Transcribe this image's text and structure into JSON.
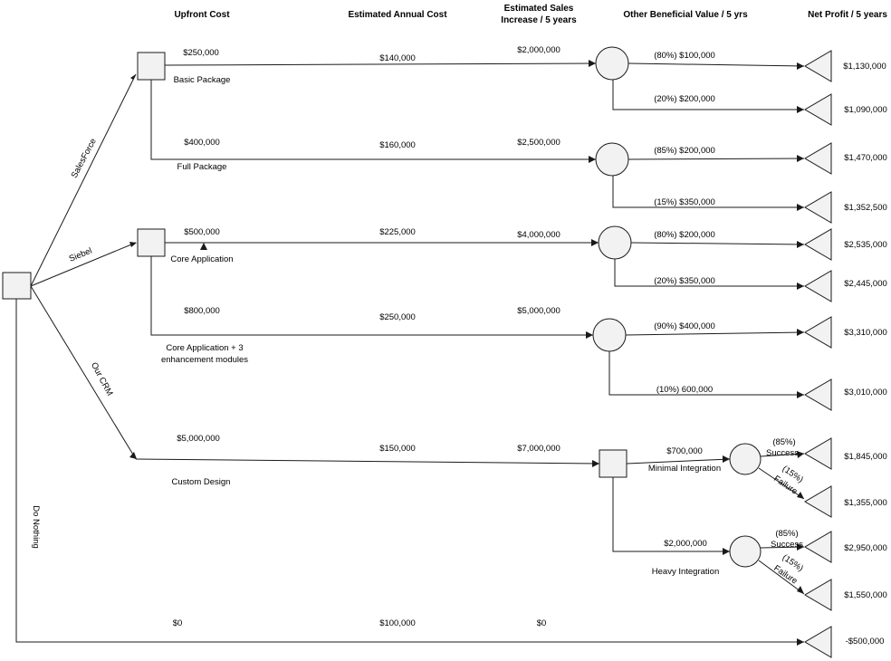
{
  "headers": {
    "upfront": "Upfront Cost",
    "annual": "Estimated Annual Cost",
    "sales_line1": "Estimated Sales",
    "sales_line2": "Increase / 5 years",
    "other": "Other Beneficial Value / 5 yrs",
    "net": "Net Profit / 5 years"
  },
  "root_branches": {
    "salesforce": "SalesForce",
    "siebel": "Siebel",
    "our_crm": "Our CRM",
    "do_nothing": "Do Nothing"
  },
  "options": {
    "basic": {
      "name": "Basic Package",
      "upfront": "$250,000",
      "annual": "$140,000",
      "sales": "$2,000,000",
      "outcomes": [
        {
          "label": "(80%)  $100,000",
          "net": "$1,130,000"
        },
        {
          "label": "(20%) $200,000",
          "net": "$1,090,000"
        }
      ]
    },
    "full": {
      "name": "Full Package",
      "upfront": "$400,000",
      "annual": "$160,000",
      "sales": "$2,500,000",
      "outcomes": [
        {
          "label": "(85%) $200,000",
          "net": "$1,470,000"
        },
        {
          "label": "(15%) $350,000",
          "net": "$1,352,500"
        }
      ]
    },
    "core": {
      "name": "Core Application",
      "upfront": "$500,000",
      "annual": "$225,000",
      "sales": "$4,000,000",
      "outcomes": [
        {
          "label": "(80%) $200,000",
          "net": "$2,535,000"
        },
        {
          "label": "(20%) $350,000",
          "net": "$2,445,000"
        }
      ]
    },
    "core_plus": {
      "name_line1": "Core Application + 3",
      "name_line2": "enhancement modules",
      "upfront": "$800,000",
      "annual": "$250,000",
      "sales": "$5,000,000",
      "outcomes": [
        {
          "label": "(90%) $400,000",
          "net": "$3,310,000"
        },
        {
          "label": "(10%) 600,000",
          "net": "$3,010,000"
        }
      ]
    },
    "custom": {
      "name": "Custom Design",
      "upfront": "$5,000,000",
      "annual": "$150,000",
      "sales": "$7,000,000",
      "minimal": {
        "value": "$700,000",
        "name": "Minimal Integration",
        "success_pct": "(85%)",
        "success": "Success",
        "failure_pct": "(15%)",
        "failure": "Failure",
        "net_success": "$1,845,000",
        "net_failure": "$1,355,000"
      },
      "heavy": {
        "value": "$2,000,000",
        "name": "Heavy Integration",
        "success_pct": "(85%)",
        "success": "Success",
        "failure_pct": "(15%)",
        "failure": "Failure",
        "net_success": "$2,950,000",
        "net_failure": "$1,550,000"
      }
    },
    "nothing": {
      "upfront": "$0",
      "annual": "$100,000",
      "sales": "$0",
      "net": "-$500,000"
    }
  }
}
